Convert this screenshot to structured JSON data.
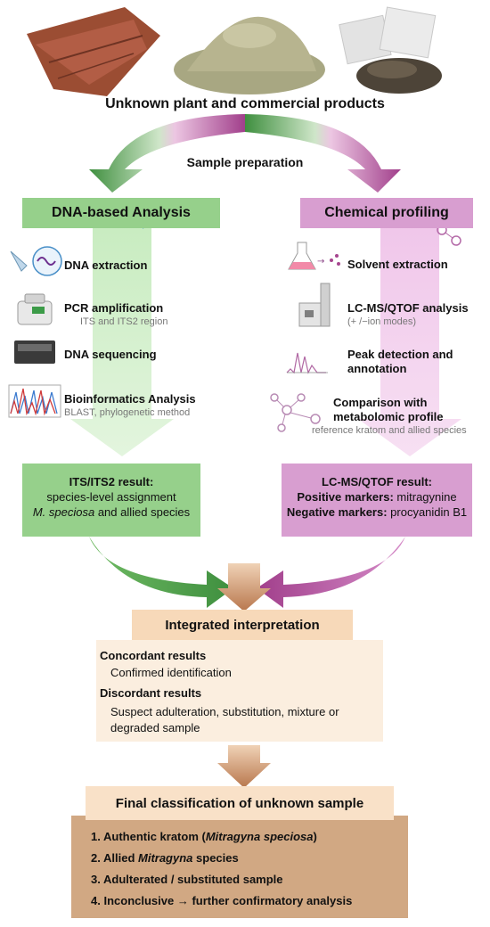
{
  "title": "Unknown plant and commercial products",
  "sample_prep": "Sample preparation",
  "left": {
    "header": "DNA-based Analysis",
    "steps": [
      {
        "title": "DNA extraction",
        "sub": ""
      },
      {
        "title": "PCR amplification",
        "sub": "ITS and ITS2 region"
      },
      {
        "title": "DNA sequencing",
        "sub": ""
      },
      {
        "title": "Bioinformatics Analysis",
        "sub": "BLAST, phylogenetic method"
      }
    ],
    "result": {
      "title": "ITS/ITS2 result:",
      "line1": "species-level assignment",
      "line2_italic": "M. speciosa",
      "line2_rest": " and allied species"
    }
  },
  "right": {
    "header": "Chemical profiling",
    "steps": [
      {
        "title": "Solvent extraction",
        "sub": ""
      },
      {
        "title": "LC-MS/QTOF analysis",
        "sub": "(+ /−ion modes)"
      },
      {
        "title": "Peak detection and",
        "title2": "annotation",
        "sub": ""
      },
      {
        "title": "Comparison with",
        "title2": "metabolomic profile",
        "sub": "reference kratom and allied species"
      }
    ],
    "result": {
      "title": "LC-MS/QTOF result:",
      "pos_label": "Positive markers:",
      "pos_value": " mitragynine",
      "neg_label": "Negative markers:",
      "neg_value": " procyanidin B1"
    }
  },
  "interpretation": {
    "header": "Integrated interpretation",
    "concordant_label": "Concordant results",
    "concordant_text": "Confirmed identification",
    "discordant_label": "Discordant results",
    "discordant_line1": "Suspect adulteration, substitution, mixture or",
    "discordant_line2": "degraded sample"
  },
  "final": {
    "header": "Final classification of unknown sample",
    "items": [
      {
        "num": "1.",
        "pre": "Authentic kratom (",
        "italic": "Mitragyna speciosa",
        "post": ")"
      },
      {
        "num": "2.",
        "pre": "Allied ",
        "italic": "Mitragyna",
        "post": " species"
      },
      {
        "num": "3.",
        "pre": "Adulterated / substituted sample",
        "italic": "",
        "post": ""
      },
      {
        "num": "4.",
        "pre": "Inconclusive → further confirmatory analysis",
        "italic": "",
        "post": ""
      }
    ]
  },
  "colors": {
    "green": "#4e9a4a",
    "green_light": "#96d08b",
    "purple": "#a6468f",
    "purple_light": "#d89ed0",
    "brown": "#b8774d"
  }
}
